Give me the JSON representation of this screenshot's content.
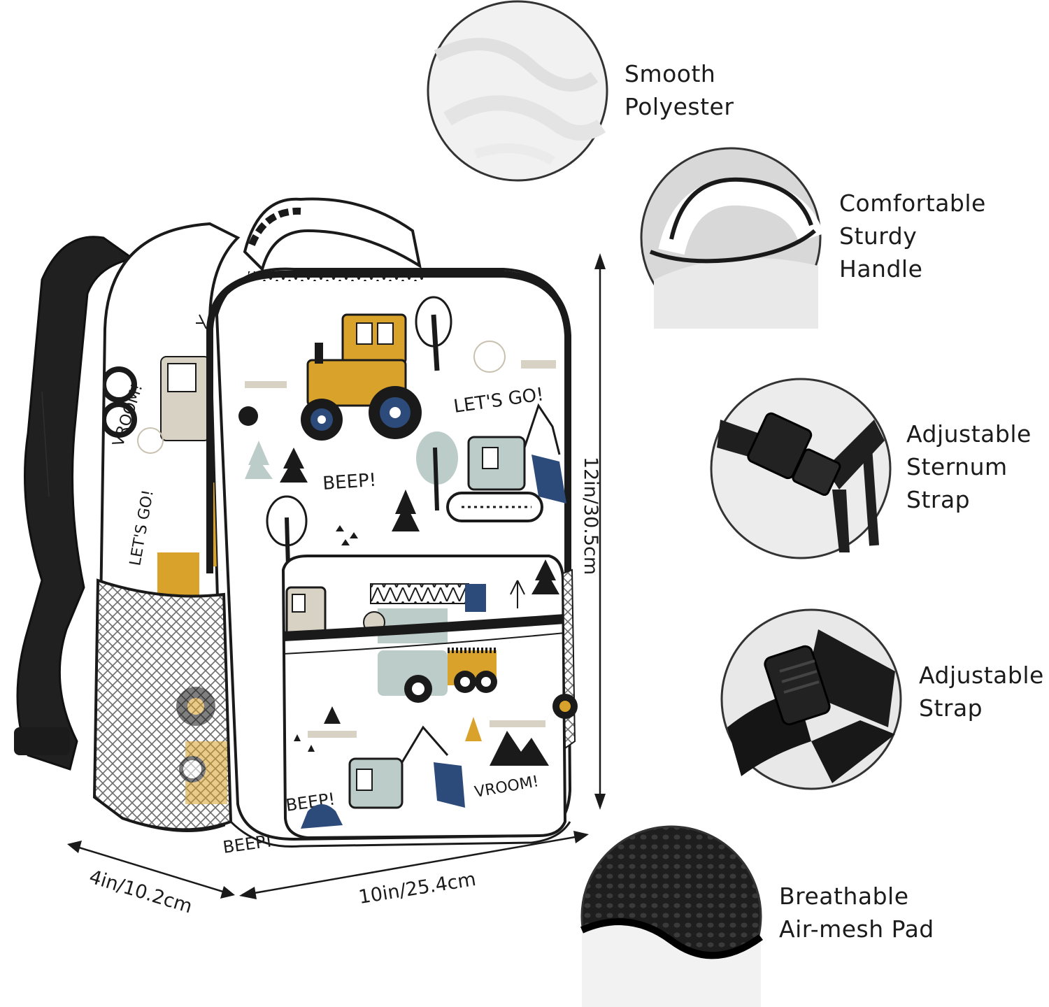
{
  "dimensions": {
    "height": "12in/30.5cm",
    "width": "10in/25.4cm",
    "depth": "4in/10.2cm"
  },
  "features": [
    {
      "lines": [
        "Smooth",
        "Polyester"
      ],
      "icon": "fabric-closeup-icon"
    },
    {
      "lines": [
        "Comfortable",
        "Sturdy",
        "Handle"
      ],
      "icon": "handle-closeup-icon"
    },
    {
      "lines": [
        "Adjustable",
        "Sternum",
        "Strap"
      ],
      "icon": "sternum-buckle-icon"
    },
    {
      "lines": [
        "Adjustable",
        "Strap"
      ],
      "icon": "strap-buckle-icon"
    },
    {
      "lines": [
        "Breathable",
        "Air-mesh Pad"
      ],
      "icon": "mesh-pad-icon"
    }
  ],
  "pattern_text": [
    "LET'S GO!",
    "BEEP!",
    "VROOM!"
  ],
  "colors": {
    "mustard": "#d9a22b",
    "navy": "#2c4a7a",
    "sage": "#bcccc9",
    "beige": "#d8d2c4",
    "black": "#1a1a1a"
  }
}
